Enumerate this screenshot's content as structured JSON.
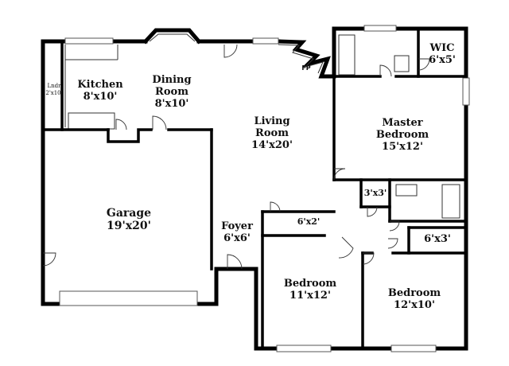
{
  "rooms": {
    "laundry": {
      "name": "Lndr",
      "size": "2'x10'"
    },
    "kitchen": {
      "name": "Kitchen",
      "size": "8'x10'"
    },
    "dining": {
      "name": "Dining",
      "name2": "Room",
      "size": "8'x10'"
    },
    "living": {
      "name": "Living",
      "name2": "Room",
      "size": "14'x20'"
    },
    "fireplace": {
      "name": "FP"
    },
    "wic": {
      "name": "WIC",
      "size": "6'x5'"
    },
    "master": {
      "name": "Master",
      "name2": "Bedroom",
      "size": "15'x12'"
    },
    "garage": {
      "name": "Garage",
      "size": "19'x20'"
    },
    "foyer": {
      "name": "Foyer",
      "size": "6'x6'"
    },
    "closet_a": {
      "size": "6'x2'"
    },
    "closet_b": {
      "size": "3'x3'"
    },
    "closet_c": {
      "size": "6'x3'"
    },
    "bedroom2": {
      "name": "Bedroom",
      "size": "11'x12'"
    },
    "bedroom3": {
      "name": "Bedroom",
      "size": "12'x10'"
    }
  }
}
